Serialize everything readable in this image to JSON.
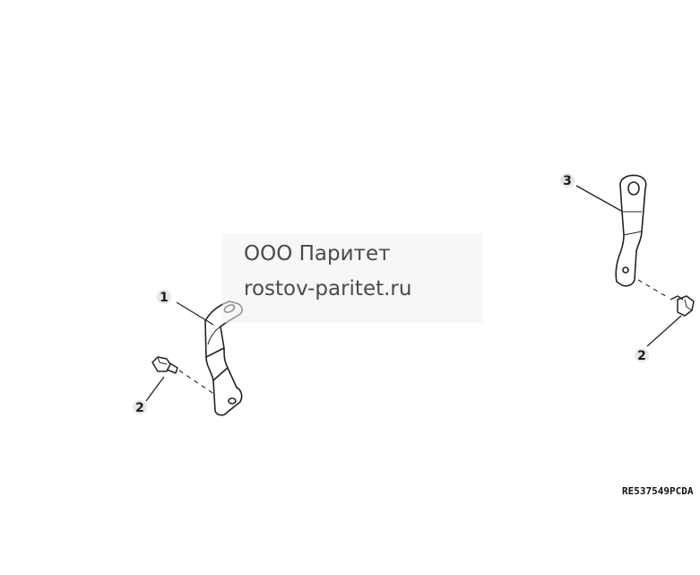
{
  "callouts": {
    "item1": "1",
    "item2_left": "2",
    "item2_right": "2",
    "item3": "3"
  },
  "watermark": {
    "company": "ООО Паритет",
    "site": "rostov-paritet.ru"
  },
  "figure_ref": "RE537549PCDA",
  "colors": {
    "line": "#222222",
    "watermark_text": "#4a4a4a"
  }
}
